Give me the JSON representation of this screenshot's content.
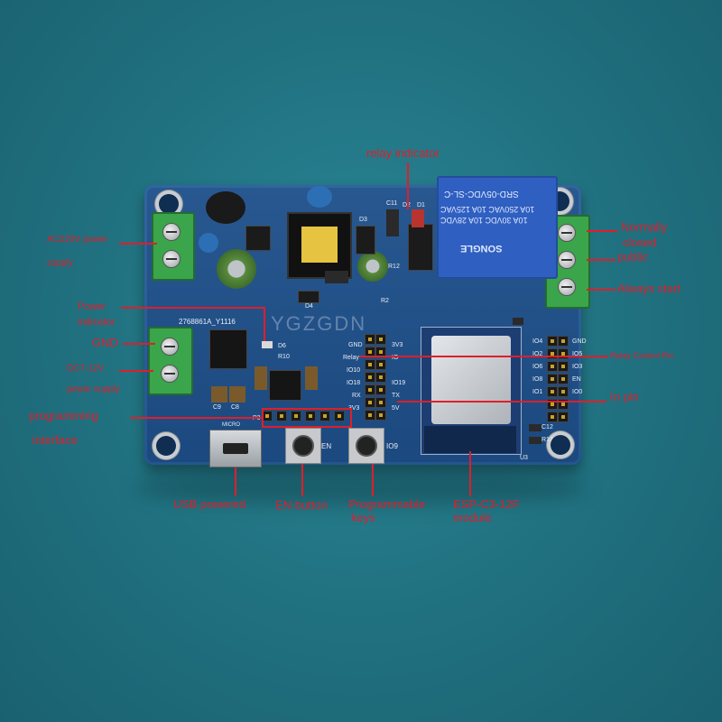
{
  "labels": {
    "relay_indicator": "relay indicator",
    "ac220v_power_1": "AC220V power",
    "ac220v_power_2": "supply",
    "normally_closed_1": "Normally",
    "normally_closed_2": "closed",
    "public": "public",
    "always_start": "Always start",
    "power_indicator_1": "Power",
    "power_indicator_2": "indicator",
    "gnd": "GND",
    "relay_control_pin": "Relay Control Pin",
    "dc_supply_1": "DC7-12V",
    "dc_supply_2": "power supply",
    "io_pin": "Io pin",
    "programming_1": "programming",
    "programming_2": "interface",
    "usb_powered": "USB powered",
    "en_button": "EN button",
    "programmable_keys_1": "Programmable",
    "programmable_keys_2": "keys",
    "esp_module_1": "ESP-C3-12F",
    "esp_module_2": "module"
  },
  "relay": {
    "model": "SRD-05VDC-SL-C",
    "rating_1": "10A 250VAC  10A 125VAC",
    "rating_2": "10A 30VDC  10A 28VDC",
    "brand": "SONGLE"
  },
  "silkscreen": {
    "board_id": "2768861A_Y1116",
    "usb_label": "MICRO",
    "en_label": "EN",
    "io9_label": "IO9",
    "gnd": "GND",
    "relay": "Relay",
    "io10": "IO10",
    "io18": "IO18",
    "rx": "RX",
    "tx": "TX",
    "v33": "3V3",
    "v5": "5V",
    "io": "IO",
    "io19": "IO19",
    "io3": "IO3",
    "io1": "IO1",
    "io0": "IO0",
    "io4": "IO4",
    "io5": "IO5",
    "io2": "IO2",
    "io6": "IO6",
    "io8": "IO8",
    "en": "EN",
    "d4": "D4",
    "d6": "D6",
    "r10": "R10",
    "c9": "C9",
    "c8": "C8",
    "p3": "P3",
    "u3": "U3",
    "c12": "C12",
    "r17": "R17",
    "d3": "D3",
    "r2": "R2",
    "r12": "R12",
    "c11": "C11",
    "d2": "D2",
    "d1": "D1",
    "watermark": "YGZGDN"
  },
  "colors": {
    "background": "#1f6f80",
    "pcb": "#1d4f8a",
    "annotation": "#e01e2a",
    "terminal": "#3aa54a",
    "relay": "#2f5fc0"
  }
}
